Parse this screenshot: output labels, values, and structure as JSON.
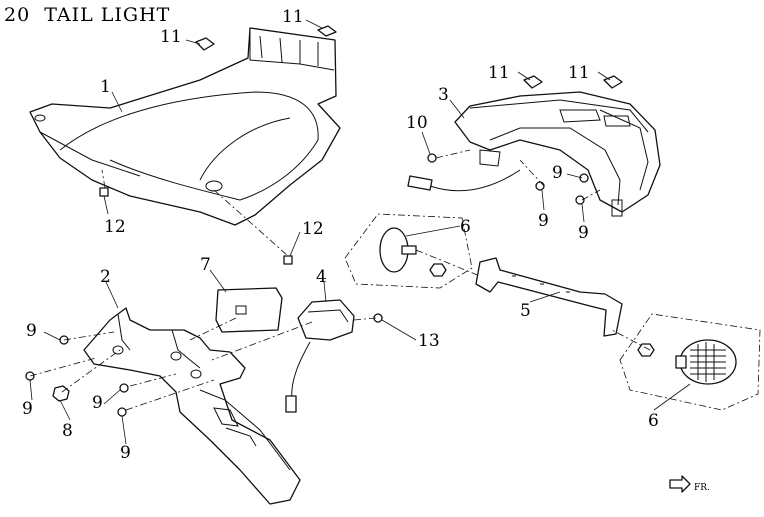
{
  "title": "20  TAIL LIGHT",
  "forward_mark": "FR.",
  "callouts": [
    {
      "id": "c1",
      "text": "1"
    },
    {
      "id": "c2",
      "text": "2"
    },
    {
      "id": "c3",
      "text": "3"
    },
    {
      "id": "c4",
      "text": "4"
    },
    {
      "id": "c5",
      "text": "5"
    },
    {
      "id": "c6a",
      "text": "6"
    },
    {
      "id": "c6b",
      "text": "6"
    },
    {
      "id": "c7",
      "text": "7"
    },
    {
      "id": "c8",
      "text": "8"
    },
    {
      "id": "c9a",
      "text": "9"
    },
    {
      "id": "c9b",
      "text": "9"
    },
    {
      "id": "c9c",
      "text": "9"
    },
    {
      "id": "c9d",
      "text": "9"
    },
    {
      "id": "c9e",
      "text": "9"
    },
    {
      "id": "c9f",
      "text": "9"
    },
    {
      "id": "c9g",
      "text": "9"
    },
    {
      "id": "c10",
      "text": "10"
    },
    {
      "id": "c11a",
      "text": "11"
    },
    {
      "id": "c11b",
      "text": "11"
    },
    {
      "id": "c11c",
      "text": "11"
    },
    {
      "id": "c11d",
      "text": "11"
    },
    {
      "id": "c12a",
      "text": "12"
    },
    {
      "id": "c12b",
      "text": "12"
    },
    {
      "id": "c13",
      "text": "13"
    }
  ]
}
